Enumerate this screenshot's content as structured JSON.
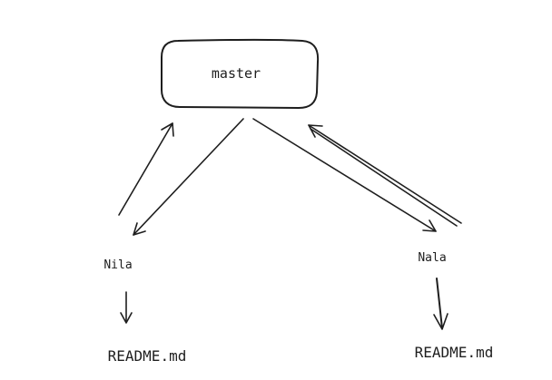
{
  "root": {
    "label": "master"
  },
  "branches": [
    {
      "label": "Nila",
      "file": "README.md"
    },
    {
      "label": "Nala",
      "file": "README.md"
    }
  ]
}
